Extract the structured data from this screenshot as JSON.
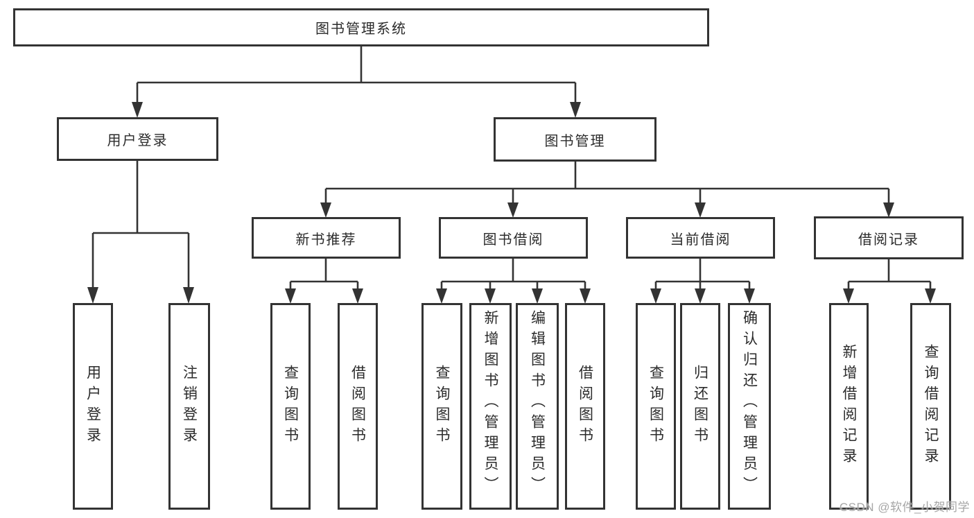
{
  "title": "图书管理系统",
  "watermark": "CSDN @软件_小贺同学",
  "colors": {
    "line": "#333333",
    "text": "#2b2b2b",
    "background": "#ffffff",
    "watermark": "#9e9e9e"
  },
  "tree": {
    "root": {
      "label": "图书管理系统"
    },
    "branches": [
      {
        "label": "用户登录",
        "children": [
          {
            "label": "用户登录"
          },
          {
            "label": "注销登录"
          }
        ]
      },
      {
        "label": "图书管理",
        "children": [
          {
            "label": "新书推荐",
            "children": [
              {
                "label": "查询图书"
              },
              {
                "label": "借阅图书"
              }
            ]
          },
          {
            "label": "图书借阅",
            "children": [
              {
                "label": "查询图书"
              },
              {
                "label": "新增图书（管理员）"
              },
              {
                "label": "编辑图书（管理员）"
              },
              {
                "label": "借阅图书"
              }
            ]
          },
          {
            "label": "当前借阅",
            "children": [
              {
                "label": "查询图书"
              },
              {
                "label": "归还图书"
              },
              {
                "label": "确认归还（管理员）"
              }
            ]
          },
          {
            "label": "借阅记录",
            "children": [
              {
                "label": "新增借阅记录"
              },
              {
                "label": "查询借阅记录"
              }
            ]
          }
        ]
      }
    ]
  }
}
